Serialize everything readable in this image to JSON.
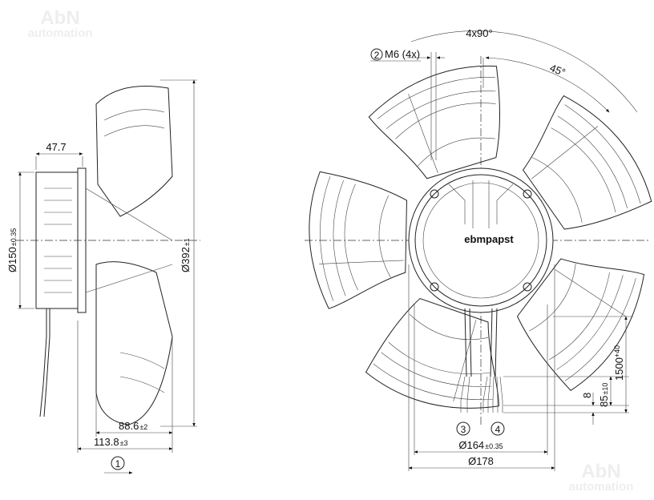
{
  "watermark": {
    "brand": "AbN",
    "sub": "automation"
  },
  "side_view": {
    "dim_width_motor": "47.7",
    "dim_diameter_motor": "Ø150",
    "dim_diameter_motor_tol": "±0.35",
    "dim_diameter_fan": "Ø392",
    "dim_diameter_fan_tol": "±1",
    "dim_depth_blades": "88.6",
    "dim_depth_blades_tol": "±2",
    "dim_depth_total": "113.8",
    "dim_depth_total_tol": "±3",
    "callout_1": "1"
  },
  "front_view": {
    "angle_pattern": "4x90°",
    "angle_offset": "45°",
    "callout_2": "2",
    "thread_label": "M6 (4x)",
    "logo": "ebmpapst",
    "dim_cable_length": "1500",
    "dim_cable_length_tol": "+40",
    "dim_strip_length": "85",
    "dim_strip_length_tol": "±10",
    "dim_wire_end": "8",
    "callout_3": "3",
    "callout_4": "4",
    "dim_bolt_circle": "Ø164",
    "dim_bolt_circle_tol": "±0.35",
    "dim_flange": "Ø178"
  }
}
